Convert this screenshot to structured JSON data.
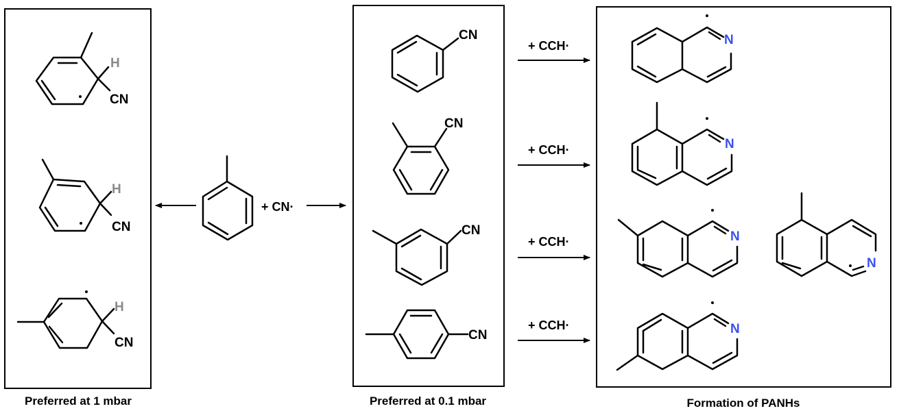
{
  "colors": {
    "line": "#000000",
    "hydrogen": "#8a8a8a",
    "nitrogen": "#3b4ff2",
    "background": "#ffffff"
  },
  "atoms": {
    "H": "H",
    "CN": "CN",
    "N": "N"
  },
  "reagents": {
    "cn_radical": "+ CN·",
    "cch_radical": "+ CCH·"
  },
  "panels": {
    "left_caption": "Preferred at 1 mbar",
    "middle_caption": "Preferred at 0.1 mbar",
    "right_caption": "Formation of PANHs"
  },
  "molecules": {
    "left": [
      "ortho adduct radical",
      "meta adduct radical",
      "para adduct radical"
    ],
    "center": [
      "toluene"
    ],
    "middle": [
      "benzonitrile",
      "2-methylbenzonitrile",
      "3-methylbenzonitrile",
      "4-methylbenzonitrile"
    ],
    "right": [
      "isoquinolinyl radical",
      "8-methylisoquinolinyl radical",
      "7-methylisoquinolinyl radical",
      "5-methylisoquinolinyl radical",
      "6-methylisoquinolinyl radical"
    ]
  }
}
